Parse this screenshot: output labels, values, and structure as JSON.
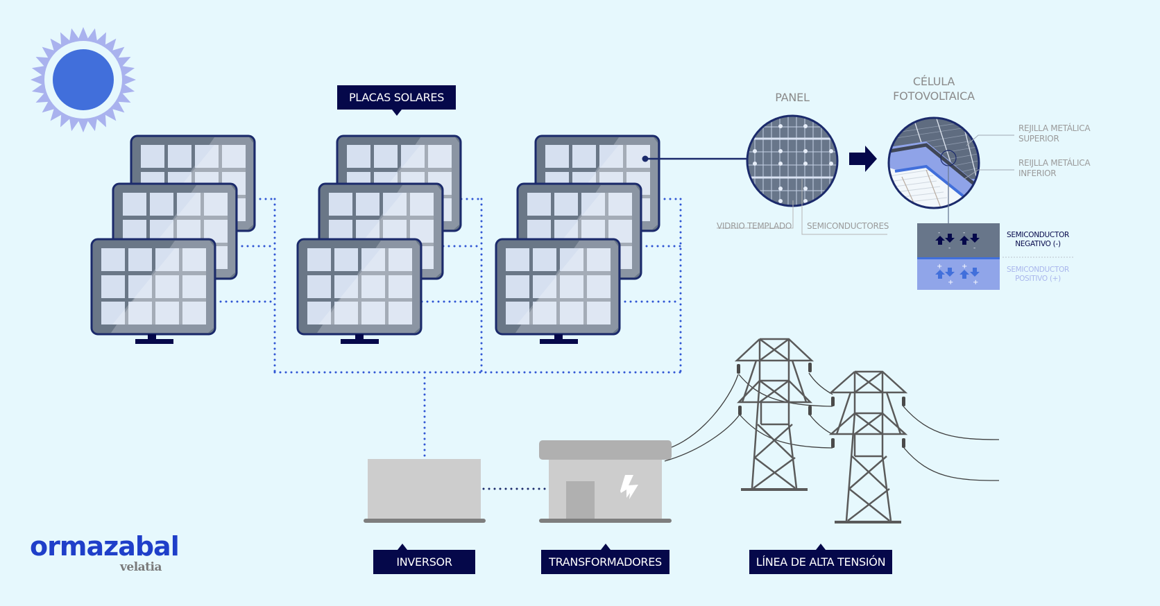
{
  "labels": {
    "solar_panels": "PLACAS SOLARES",
    "inverter": "INVERSOR",
    "transformers": "TRANSFORMADORES",
    "high_voltage_line": "LÍNEA DE ALTA TENSIÓN"
  },
  "detail": {
    "panel_title": "PANEL",
    "cell_title_line1": "CÉLULA",
    "cell_title_line2": "FOTOVOLTAICA",
    "tempered_glass": "VIDRIO TEMPLADO",
    "semiconductors": "SEMICONDUCTORES",
    "upper_grid_line1": "REJILLA METÁLICA",
    "upper_grid_line2": "SUPERIOR",
    "lower_grid_line1": "REIJLLA METÁLICA",
    "lower_grid_line2": "INFERIOR",
    "negative_line1": "SEMICONDUCTOR",
    "negative_line2": "NEGATIVO (-)",
    "positive_line1": "SEMICONDUCTOR",
    "positive_line2": "POSITIVO (+)"
  },
  "logo": {
    "brand": "ormazabal",
    "parent": "velatia"
  },
  "colors": {
    "background": "#e6f8fd",
    "navy": "#05084a",
    "accent_blue": "#416fdb",
    "sun_rays": "#a9b2ee",
    "dotted_bus": "#2f55d4",
    "equipment_gray": "#cdcdcd"
  }
}
